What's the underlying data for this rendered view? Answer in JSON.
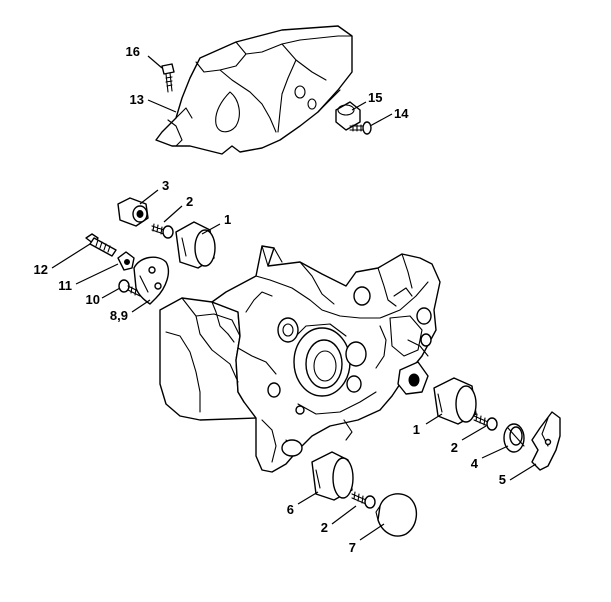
{
  "diagram": {
    "colors": {
      "ink": "#000000",
      "paper": "#ffffff"
    },
    "callouts": [
      {
        "id": "c16a",
        "label": "16"
      },
      {
        "id": "c13",
        "label": "13"
      },
      {
        "id": "c15",
        "label": "15"
      },
      {
        "id": "c14",
        "label": "14"
      },
      {
        "id": "c3",
        "label": "3"
      },
      {
        "id": "c2a",
        "label": "2"
      },
      {
        "id": "c1a",
        "label": "1"
      },
      {
        "id": "c12",
        "label": "12"
      },
      {
        "id": "c11",
        "label": "11"
      },
      {
        "id": "c10",
        "label": "10"
      },
      {
        "id": "c89",
        "label": "8,9"
      },
      {
        "id": "c1b",
        "label": "1"
      },
      {
        "id": "c2b",
        "label": "2"
      },
      {
        "id": "c4",
        "label": "4"
      },
      {
        "id": "c5",
        "label": "5"
      },
      {
        "id": "c6",
        "label": "6"
      },
      {
        "id": "c2c",
        "label": "2"
      },
      {
        "id": "c7",
        "label": "7"
      }
    ]
  }
}
